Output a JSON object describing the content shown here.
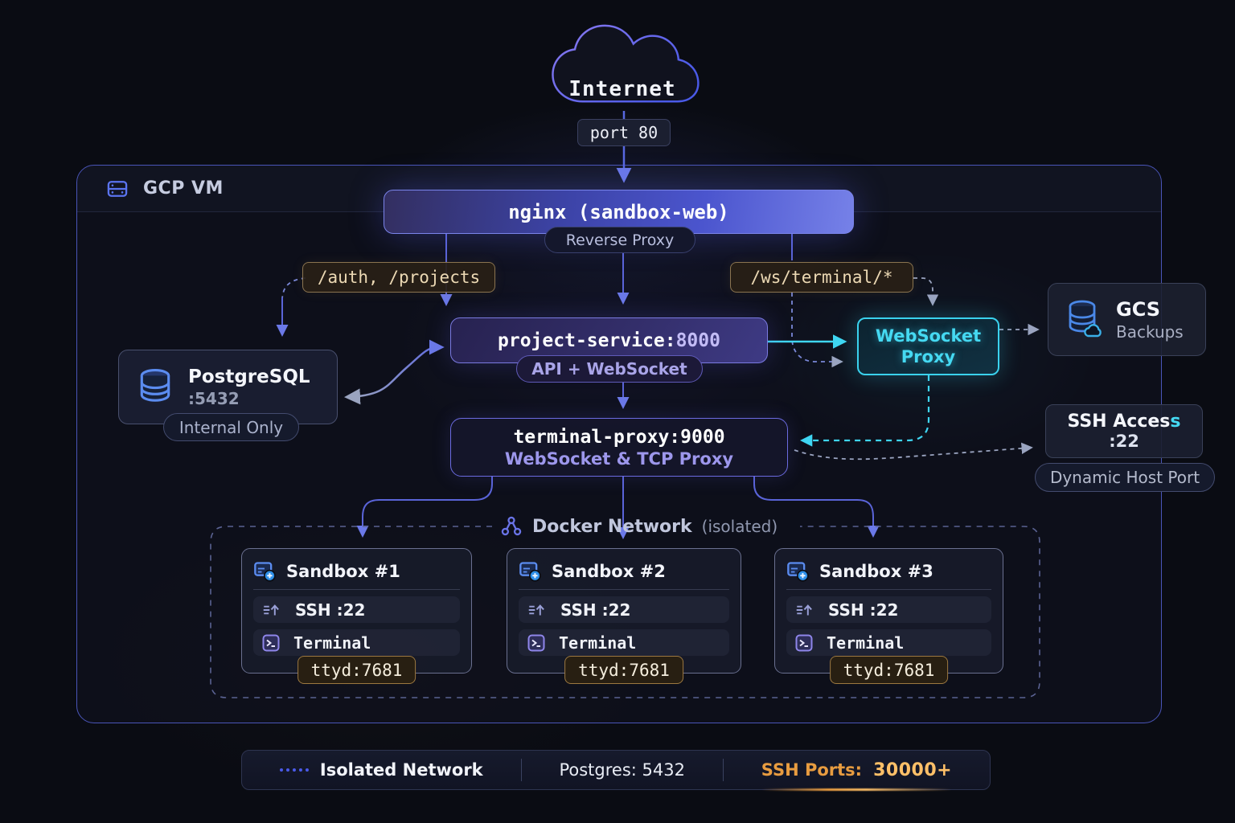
{
  "colors": {
    "accent_blue": "#5a64d8",
    "accent_cyan": "#3ad2ee",
    "accent_amber": "#e89c40",
    "tan_label": "#ecd9b4"
  },
  "internet": {
    "label": "Internet"
  },
  "port_badge": {
    "label": "port 80"
  },
  "gcp_vm": {
    "title": "GCP VM"
  },
  "nginx": {
    "title": "nginx (sandbox-web)",
    "subtitle": "Reverse Proxy"
  },
  "routes": {
    "auth": "/auth, /projects",
    "ws": "/ws/terminal/*"
  },
  "project_service": {
    "name": "project-service:",
    "port": "8000",
    "subtitle": "API + WebSocket"
  },
  "postgres": {
    "name": "PostgreSQL",
    "port": ":5432",
    "badge": "Internal Only"
  },
  "websocket_proxy": {
    "line1": "WebSocket",
    "line2": "Proxy"
  },
  "gcs": {
    "name": "GCS",
    "subtitle": "Backups"
  },
  "terminal_proxy": {
    "name": "terminal-proxy:",
    "port": "9000",
    "subtitle": "WebSocket & TCP Proxy"
  },
  "ssh_access": {
    "name": "SSH Acces",
    "accent": "s",
    "port": ":22",
    "badge": "Dynamic Host Port"
  },
  "docker_network": {
    "label": "Docker Network",
    "qualifier": "(isolated)"
  },
  "sandboxes": [
    {
      "title": "Sandbox #1",
      "ssh": "SSH :22",
      "terminal": "Terminal",
      "ttyd": "ttyd:7681"
    },
    {
      "title": "Sandbox #2",
      "ssh": "SSH :22",
      "terminal": "Terminal",
      "ttyd": "ttyd:7681"
    },
    {
      "title": "Sandbox #3",
      "ssh": "SSH :22",
      "terminal": "Terminal",
      "ttyd": "ttyd:7681"
    }
  ],
  "legend": {
    "isolated": "Isolated Network",
    "postgres": "Postgres: 5432",
    "ssh_label": "SSH Ports:",
    "ssh_value": "30000+"
  }
}
